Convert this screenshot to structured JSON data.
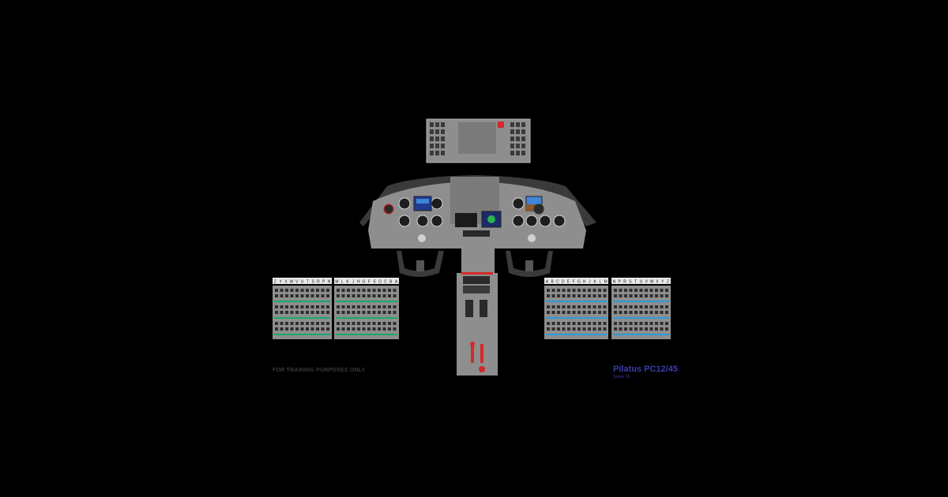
{
  "footer_note": "FOR TRAINING PURPOSES ONLY",
  "brand": {
    "title": "Pilatus PC12/45",
    "subtitle": "Series 10"
  },
  "breaker_panels": [
    {
      "letters": [
        "Z",
        "Y",
        "X",
        "W",
        "V",
        "U",
        "T",
        "S",
        "R",
        "P",
        "N"
      ],
      "accent": "#1aa86a"
    },
    {
      "letters": [
        "M",
        "L",
        "K",
        "J",
        "H",
        "G",
        "F",
        "E",
        "D",
        "C",
        "B",
        "A"
      ],
      "accent": "#1aa86a"
    },
    {
      "letters": [
        "A",
        "B",
        "C",
        "D",
        "E",
        "F",
        "G",
        "H",
        "J",
        "K",
        "L",
        "M"
      ],
      "accent": "#2a9ad6"
    },
    {
      "letters": [
        "N",
        "P",
        "R",
        "S",
        "T",
        "U",
        "V",
        "W",
        "X",
        "Y",
        "Z"
      ],
      "accent": "#2a9ad6"
    }
  ],
  "colors": {
    "background": "#000000",
    "panel_gray": "#8e8e8e",
    "glareshield": "#3a3a3a",
    "warning_red": "#d32a2a",
    "brand_blue": "#3c3ca8"
  }
}
